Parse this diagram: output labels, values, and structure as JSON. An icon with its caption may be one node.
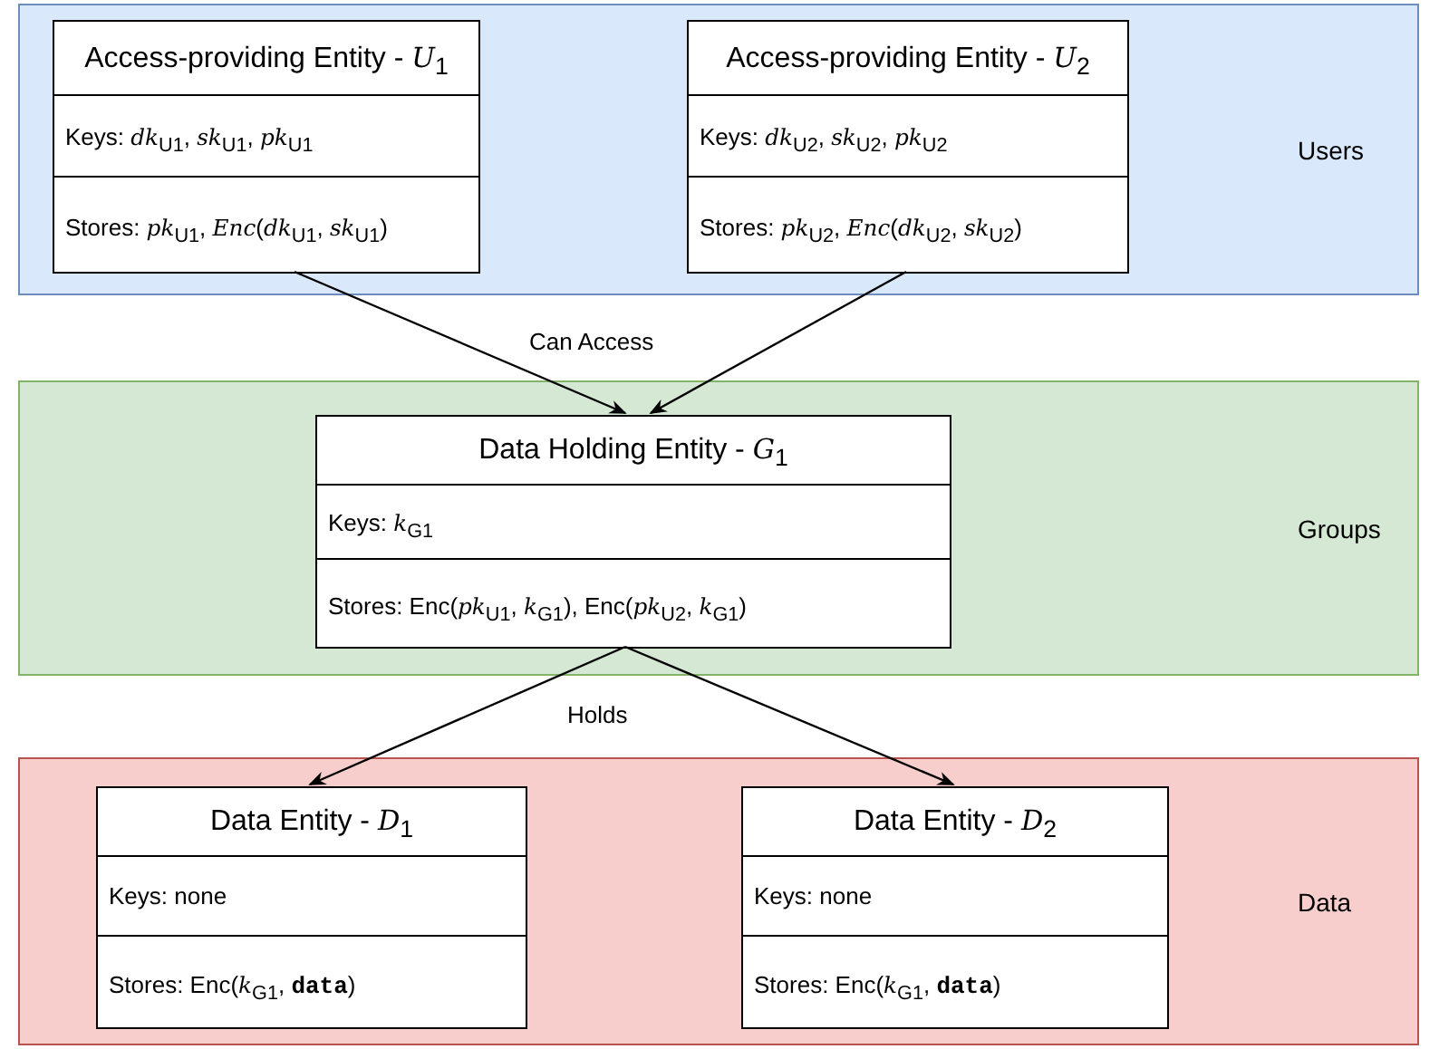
{
  "diagram": {
    "nodes": [
      {
        "text": [
          "Users"
        ]
      },
      {
        "text": [
          "Access-providing Entity - *U*$_{1}$",
          "Keys: *dk*$_{U1}$, *sk*$_{U1}$, *pk*$_{U1}$",
          "Stores: *pk*$_{U1}$, *Enc*(*dk*$_{U1}$, *sk*$_{U1}$)"
        ],
        "in": 0
      },
      {
        "text": [
          "Access-providing Entity - *U*$_{2}$",
          "Keys: *dk*$_{U2}$, *sk*$_{U2}$, *pk*$_{U2}$",
          "Stores: *pk*$_{U2}$, *Enc*(*dk*$_{U2}$, *sk*$_{U2}$)"
        ],
        "in": 0
      },
      {
        "text": [
          "Groups"
        ]
      },
      {
        "text": [
          "Data Holding Entity - *G*$_{1}$",
          "Keys: *k*$_{G1}$",
          "Stores: Enc(*pk*$_{U1}$, *k*$_{G1}$), Enc(*pk*$_{U2}$, *k*$_{G1}$)"
        ],
        "in": 3
      },
      {
        "text": [
          "Data"
        ]
      },
      {
        "text": [
          "Data Entity - *D*$_{1}$",
          "Keys: none",
          "Stores: Enc(*k*$_{G1}$, **data**)"
        ],
        "in": 5
      },
      {
        "text": [
          "Data Entity - *D*$_{2}$",
          "Keys: none",
          "Stores: Enc(*k*$_{G1}$, **data**)"
        ],
        "in": 5
      }
    ],
    "edges": [
      {
        "from": 1,
        "to": 4,
        "arrow": "to"
      },
      {
        "from": 2,
        "to": 4,
        "arrow": "to"
      },
      {
        "from": 4,
        "to": 6,
        "arrow": "to"
      },
      {
        "from": 4,
        "to": 7,
        "arrow": "to"
      }
    ],
    "labels": [
      "Can Access",
      "Holds"
    ]
  }
}
